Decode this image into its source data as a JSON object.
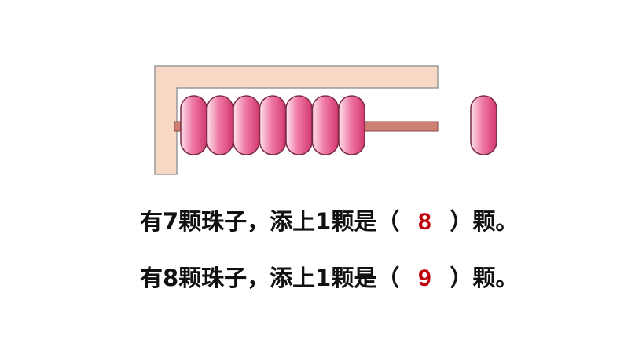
{
  "colors": {
    "frame_fill": "#f6d8c4",
    "frame_stroke": "#9a9a9a",
    "rod": "#cd7f74",
    "bead_light": "#fde4ec",
    "bead_mid": "#f07aa6",
    "bead_dark": "#d2386f",
    "bead_stroke": "#7a2a46",
    "answer": "#c0000a"
  },
  "abacus": {
    "beads_on_rod": 7,
    "beads_added": 1
  },
  "sentences": [
    {
      "prefix": "有7颗珠子，添上1颗是（",
      "answer": "8",
      "suffix": "）颗。"
    },
    {
      "prefix": "有8颗珠子，添上1颗是（",
      "answer": "9",
      "suffix": "）颗。"
    }
  ]
}
